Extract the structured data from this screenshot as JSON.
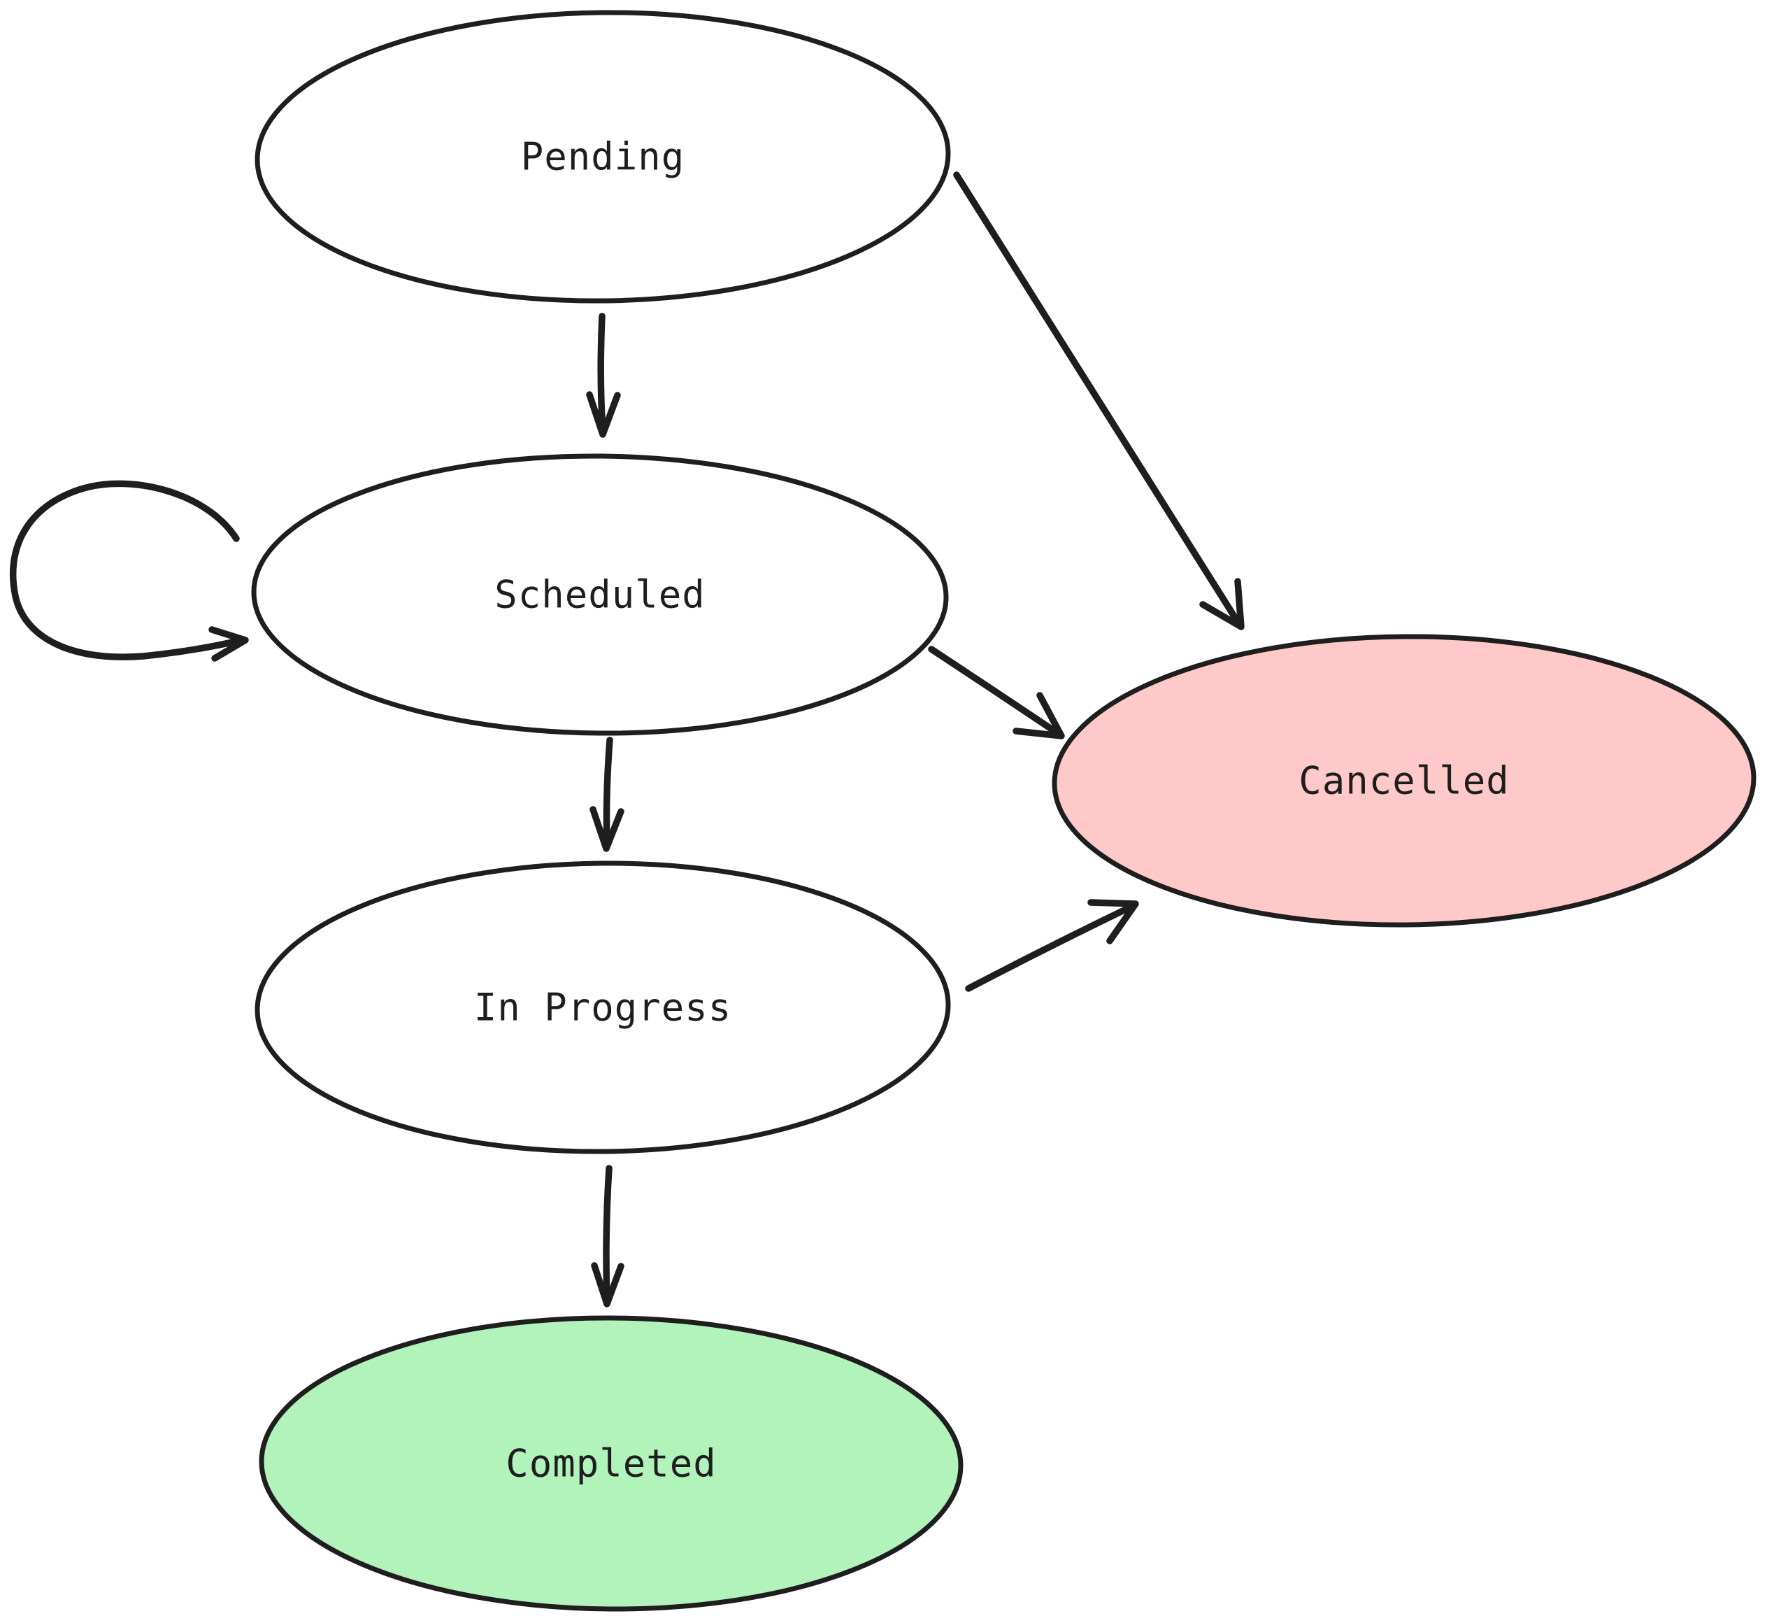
{
  "diagram": {
    "background": "#ffffff",
    "stroke_color": "#1e1e1e",
    "text_color": "#1e1e1e",
    "nodes": [
      {
        "id": "pending",
        "label": "Pending",
        "fill": "#ffffff"
      },
      {
        "id": "scheduled",
        "label": "Scheduled",
        "fill": "#ffffff"
      },
      {
        "id": "in_progress",
        "label": "In Progress",
        "fill": "#ffffff"
      },
      {
        "id": "completed",
        "label": "Completed",
        "fill": "#b2f2bb"
      },
      {
        "id": "cancelled",
        "label": "Cancelled",
        "fill": "#ffc9c9"
      }
    ],
    "edges": [
      {
        "from": "Pending",
        "to": "Scheduled"
      },
      {
        "from": "Pending",
        "to": "Cancelled"
      },
      {
        "from": "Scheduled",
        "to": "Scheduled"
      },
      {
        "from": "Scheduled",
        "to": "In Progress"
      },
      {
        "from": "Scheduled",
        "to": "Cancelled"
      },
      {
        "from": "In Progress",
        "to": "Cancelled"
      },
      {
        "from": "In Progress",
        "to": "Completed"
      }
    ]
  }
}
